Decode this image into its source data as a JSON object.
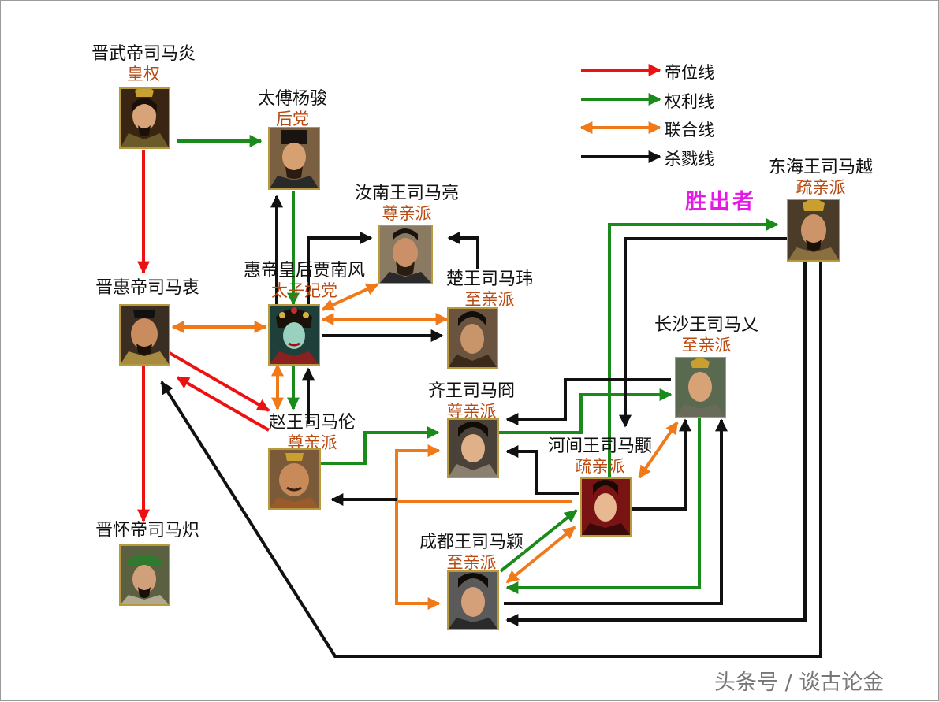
{
  "legend": {
    "throne": "帝位线",
    "power": "权利线",
    "alliance": "联合线",
    "killing": "杀戮线"
  },
  "colors": {
    "throne": "#ee1111",
    "power": "#1a8a1a",
    "alliance": "#f07a1a",
    "killing": "#111111",
    "faction": "#b84a12",
    "winner": "#e619e6"
  },
  "figures": {
    "wudi": {
      "name": "晋武帝司马炎",
      "faction": "皇权"
    },
    "yangjun": {
      "name": "太傅杨骏",
      "faction": "后党"
    },
    "liang": {
      "name": "汝南王司马亮",
      "faction": "尊亲派"
    },
    "jia": {
      "name": "惠帝皇后贾南风",
      "faction": "太子妃党"
    },
    "wei": {
      "name": "楚王司马玮",
      "faction": "至亲派"
    },
    "huidi": {
      "name": "晋惠帝司马衷",
      "faction": ""
    },
    "lun": {
      "name": "赵王司马伦",
      "faction": "尊亲派"
    },
    "jiong": {
      "name": "齐王司马冏",
      "faction": "尊亲派"
    },
    "yi": {
      "name": "长沙王司马乂",
      "faction": "至亲派"
    },
    "yong": {
      "name": "河间王司马颙",
      "faction": "疏亲派"
    },
    "ying": {
      "name": "成都王司马颖",
      "faction": "至亲派"
    },
    "huaidi": {
      "name": "晋怀帝司马炽",
      "faction": ""
    },
    "yue": {
      "name": "东海王司马越",
      "faction": "疏亲派"
    }
  },
  "winner_label": "胜出者",
  "watermark": "头条号 / 谈古论金"
}
